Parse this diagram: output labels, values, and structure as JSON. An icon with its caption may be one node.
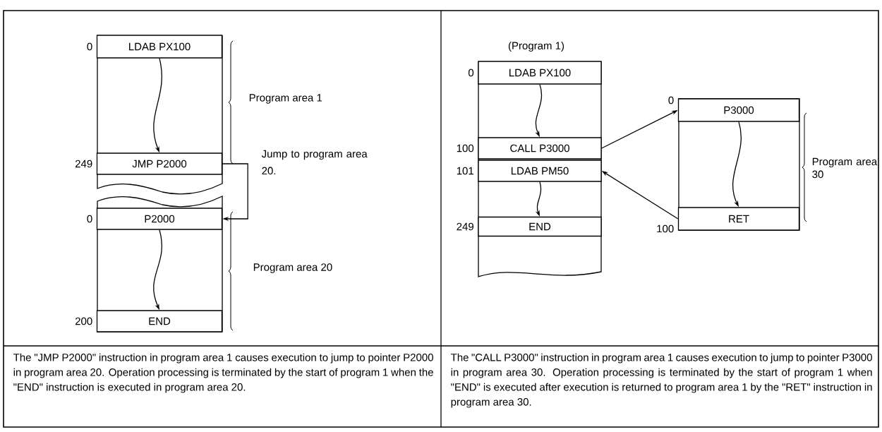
{
  "diagram": {
    "nodes": [
      {
        "text": [
          "LDAB PX100"
        ],
        "beside": [
          "0"
        ]
      },
      {
        "text": [
          "JMP P2000"
        ],
        "beside": [
          "249"
        ]
      },
      {
        "text": [
          "P2000"
        ],
        "beside": [
          "0"
        ]
      },
      {
        "text": [
          "END"
        ],
        "beside": [
          "200"
        ]
      },
      {
        "text": [
          "LDAB PX100"
        ],
        "beside": [
          "0"
        ]
      },
      {
        "text": [
          "CALL P3000"
        ],
        "beside": [
          "100"
        ]
      },
      {
        "text": [
          "LDAB PM50"
        ],
        "beside": [
          "101"
        ]
      },
      {
        "text": [
          "END"
        ],
        "beside": [
          "249"
        ]
      },
      {
        "text": [
          "P3000"
        ],
        "beside": [
          "0"
        ]
      },
      {
        "text": [
          "RET"
        ],
        "beside": [
          "100"
        ]
      }
    ],
    "edges": [
      {
        "from": 0,
        "to": 1,
        "arrow": "to"
      },
      {
        "from": 1,
        "to": 2,
        "arrow": "to",
        "label": "Jump to program area 20."
      },
      {
        "from": 2,
        "to": 3,
        "arrow": "to"
      },
      {
        "from": 4,
        "to": 5,
        "arrow": "to"
      },
      {
        "from": 6,
        "to": 7,
        "arrow": "to"
      },
      {
        "from": 5,
        "to": 8,
        "arrow": "to"
      },
      {
        "from": 9,
        "to": 6,
        "arrow": "to"
      },
      {
        "from": 8,
        "to": 9,
        "arrow": "to"
      }
    ],
    "labels": [
      "Program area 1",
      "Program area 20",
      "(Program 1)",
      "Program area 30",
      "The \"JMP P2000\" instruction in program area 1 causes execution to jump to pointer P2000 in program area 20. Operation processing is terminated by the start of program 1 when the \"END\" instruction is executed in program area 20.",
      "The \"CALL P3000\" instruction in program area 1 causes execution to jump to pointer P3000 in program area 30. Operation processing is terminated by the start of program 1 when \"END\" is executed after execution is returned to program area 1 by the \"RET\" instruction in program area 30."
    ]
  }
}
